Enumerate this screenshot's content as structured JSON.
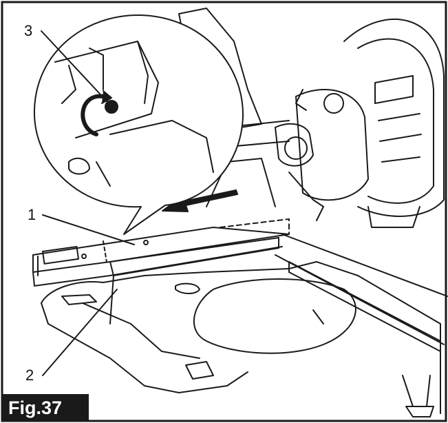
{
  "figure": {
    "label": "Fig.37",
    "callouts": [
      {
        "number": "1"
      },
      {
        "number": "2"
      },
      {
        "number": "3"
      }
    ],
    "colors": {
      "line": "#1a1a1a",
      "background": "#ffffff",
      "label_bg": "#1a1a1a",
      "label_text": "#ffffff"
    }
  }
}
